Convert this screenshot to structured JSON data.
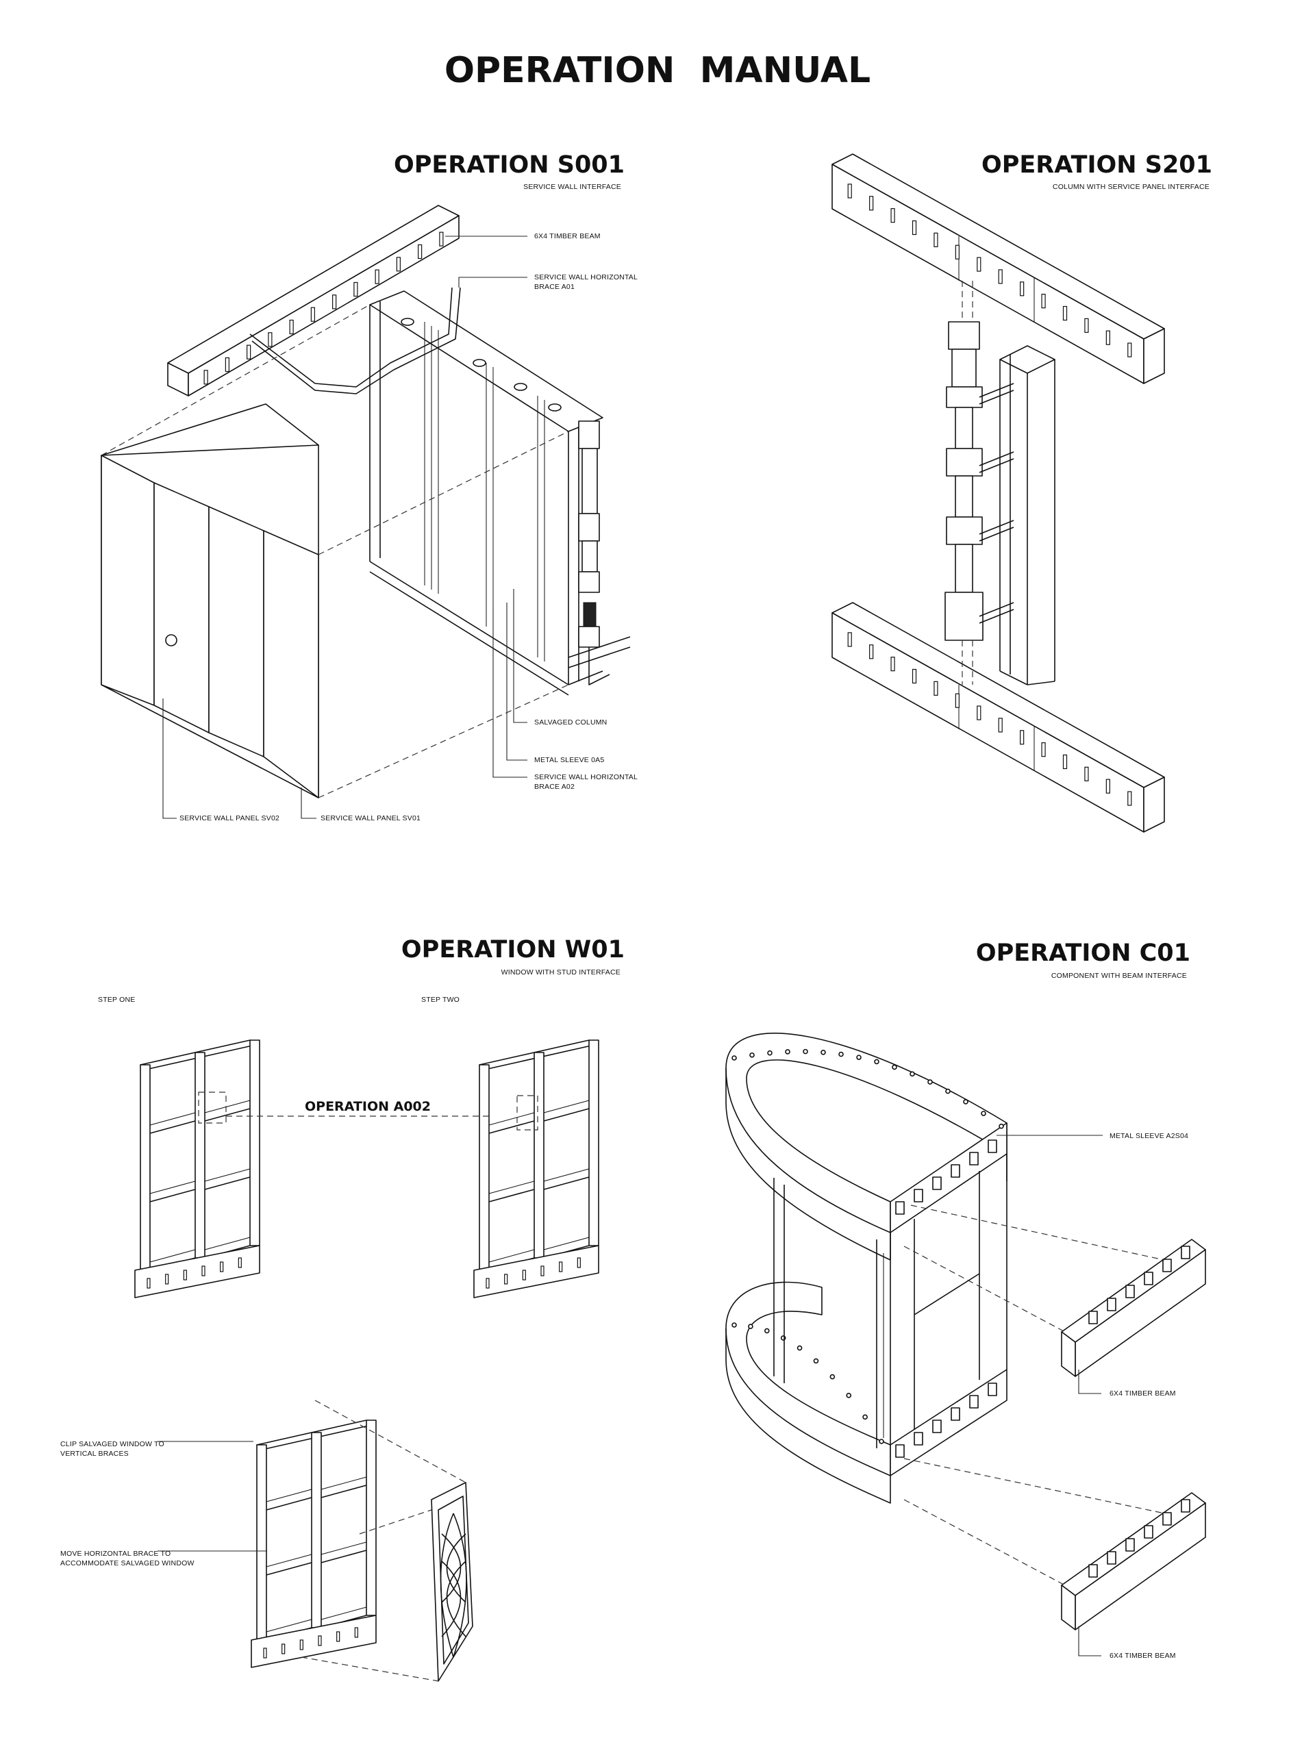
{
  "page_title": "OPERATION  MANUAL",
  "operations": {
    "s001": {
      "title": "OPERATION S001",
      "subtitle": "SERVICE WALL INTERFACE",
      "labels": {
        "timber_beam": "6X4 TIMBER BEAM",
        "brace_a01_l1": "SERVICE WALL HORIZONTAL",
        "brace_a01_l2": "BRACE A01",
        "salvaged_column": "SALVAGED COLUMN",
        "metal_sleeve": "METAL SLEEVE 0A5",
        "brace_a02_l1": "SERVICE WALL HORIZONTAL",
        "brace_a02_l2": "BRACE A02",
        "panel_sv02": "SERVICE WALL PANEL SV02",
        "panel_sv01": "SERVICE WALL PANEL SV01"
      }
    },
    "s201": {
      "title": "OPERATION S201",
      "subtitle": "COLUMN WITH SERVICE PANEL INTERFACE"
    },
    "w01": {
      "title": "OPERATION W01",
      "subtitle": "WINDOW WITH STUD INTERFACE",
      "labels": {
        "step_one": "STEP ONE",
        "step_two": "STEP TWO",
        "operation_a002": "OPERATION A002",
        "clip_l1": "CLIP SALVAGED WINDOW TO",
        "clip_l2": "VERTICAL BRACES",
        "move_l1": "MOVE HORIZONTAL BRACE TO",
        "move_l2": "ACCOMMODATE SALVAGED WINDOW"
      }
    },
    "c01": {
      "title": "OPERATION C01",
      "subtitle": "COMPONENT WITH BEAM INTERFACE",
      "labels": {
        "metal_sleeve": "METAL SLEEVE A2S04",
        "timber_beam_1": "6X4 TIMBER BEAM",
        "timber_beam_2": "6X4 TIMBER BEAM"
      }
    }
  }
}
